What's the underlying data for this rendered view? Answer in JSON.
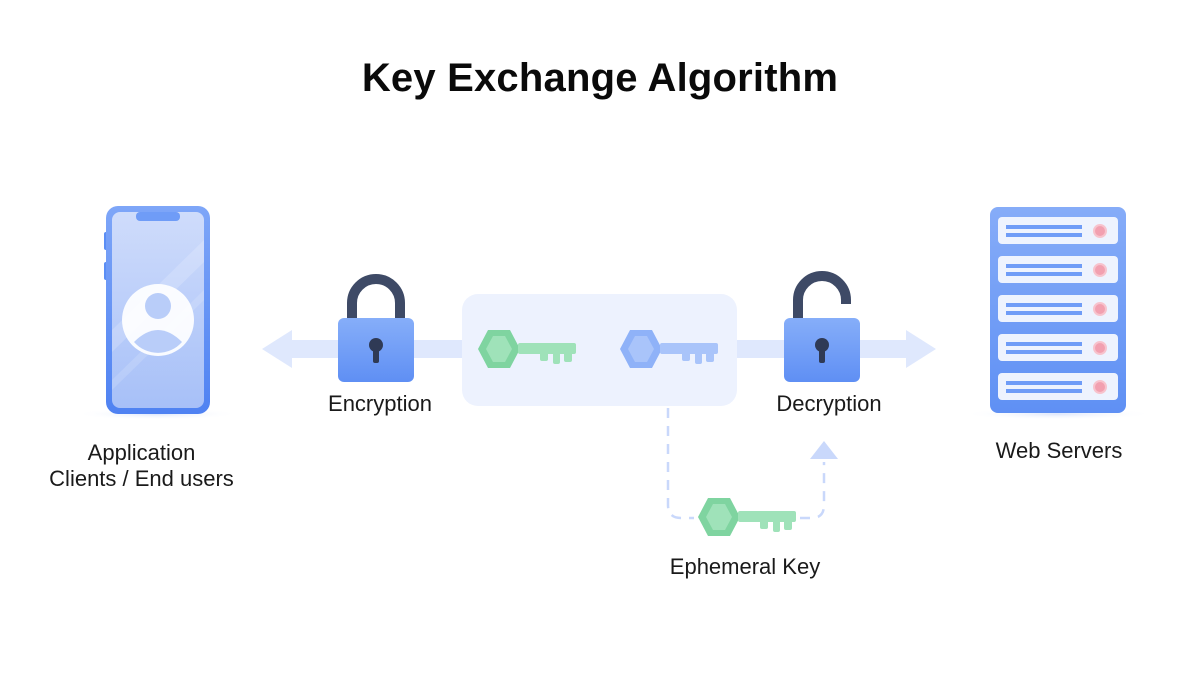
{
  "title": "Key Exchange Algorithm",
  "labels": {
    "application_line1": "Application",
    "application_line2": "Clients / End users",
    "encryption": "Encryption",
    "decryption": "Decryption",
    "web_servers": "Web Servers",
    "ephemeral_key": "Ephemeral Key"
  },
  "colors": {
    "device_blue": "#5b8ef5",
    "lock_blue": "#6f9cf7",
    "shackle": "#3e4a66",
    "key_green": "#7fd4a0",
    "key_blue": "#8fb2f8",
    "arrow_light": "#dfe8fd",
    "panel": "#edf2fe",
    "led_pink": "#f2a0b0"
  }
}
